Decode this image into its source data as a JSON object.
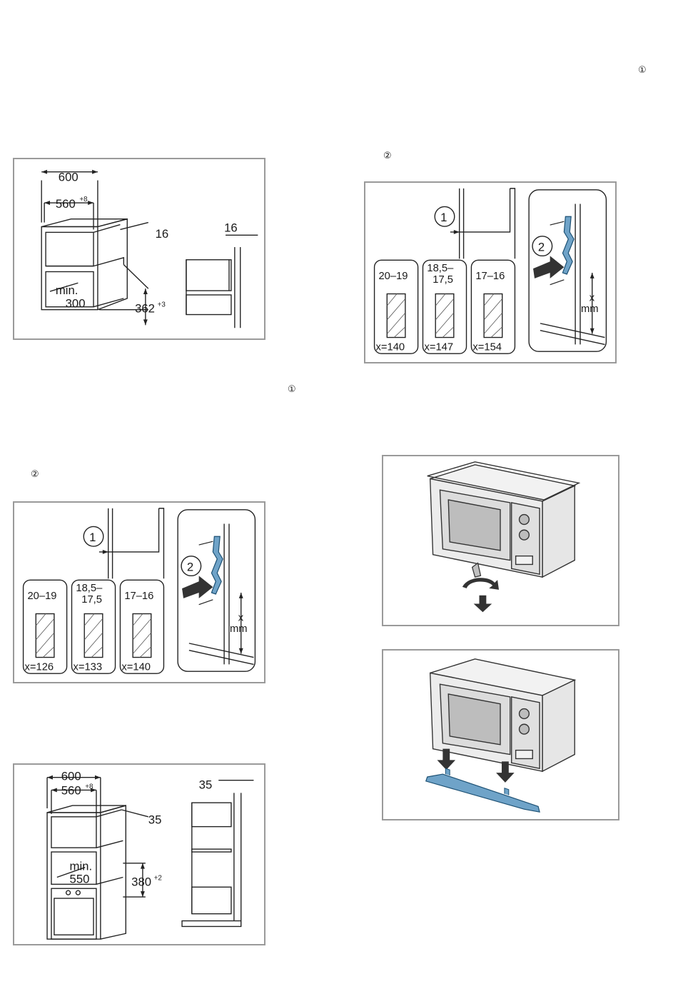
{
  "markers": {
    "m1_top": "①",
    "m2_top": "②",
    "m1_mid": "①",
    "m2_mid": "②"
  },
  "fig1": {
    "width": "600",
    "inner_width": "560",
    "inner_width_tol": "+8",
    "panel": "16",
    "panel_side": "16",
    "depth_line1": "min.",
    "depth_line2": "300",
    "height": "362",
    "height_tol": "+3"
  },
  "fig2": {
    "callout1": "1",
    "callout2": "2",
    "boxes": [
      {
        "range": "20–19",
        "range2": "",
        "x": "x=140"
      },
      {
        "range": "18,5–",
        "range2": "17,5",
        "x": "x=147"
      },
      {
        "range": "17–16",
        "range2": "",
        "x": "x=154"
      }
    ],
    "x_label": "x",
    "mm_label": "mm"
  },
  "fig3": {
    "callout1": "1",
    "callout2": "2",
    "boxes": [
      {
        "range": "20–19",
        "range2": "",
        "x": "x=126"
      },
      {
        "range": "18,5–",
        "range2": "17,5",
        "x": "x=133"
      },
      {
        "range": "17–16",
        "range2": "",
        "x": "x=140"
      }
    ],
    "x_label": "x",
    "mm_label": "mm"
  },
  "fig4": {
    "width": "600",
    "inner_width": "560",
    "inner_width_tol": "+8",
    "panel": "35",
    "panel_side": "35",
    "depth_line1": "min.",
    "depth_line2": "550",
    "height": "380",
    "height_tol": "+2"
  }
}
